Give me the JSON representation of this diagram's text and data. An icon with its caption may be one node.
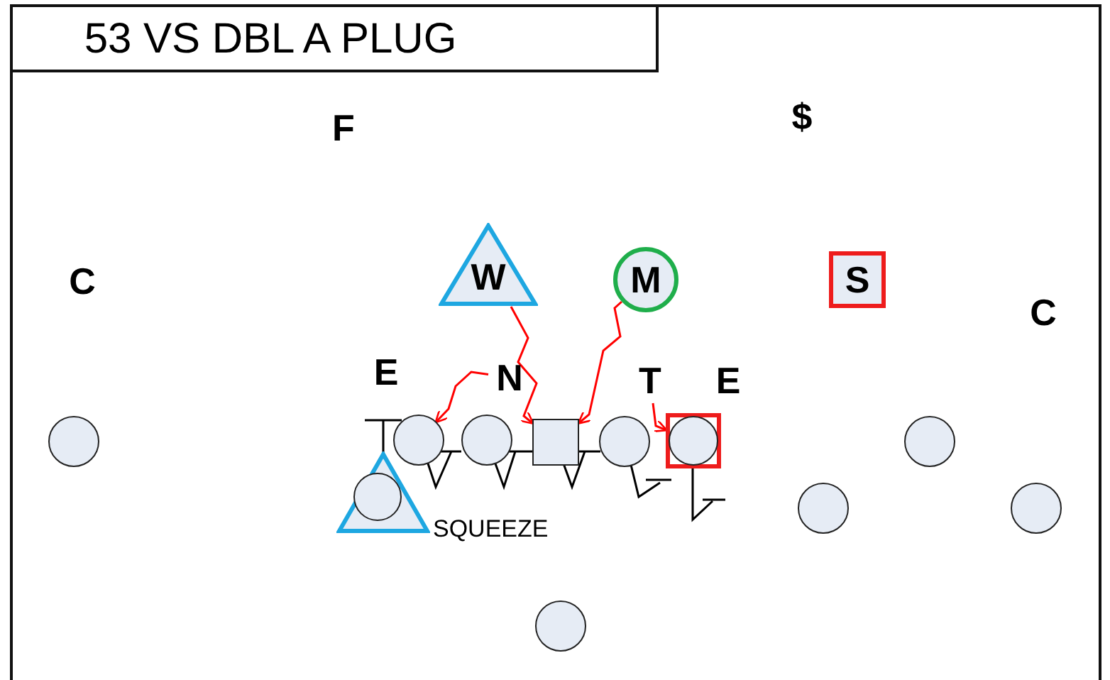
{
  "diagram": {
    "title": "53 VS DBL A PLUG",
    "nodes": [
      {
        "text": [
          "W"
        ]
      },
      {
        "text": [
          "M"
        ]
      },
      {
        "text": [
          "S"
        ]
      },
      {
        "text": [
          "N"
        ]
      },
      {
        "text": [
          "T"
        ]
      },
      {
        "text": [],
        "shape": "circle"
      },
      {
        "text": [],
        "shape": "circle"
      },
      {
        "text": [],
        "shape": "circle"
      },
      {
        "text": [],
        "shape": "box"
      },
      {
        "text": [],
        "shape": "circle"
      },
      {
        "text": [],
        "shape": "box"
      },
      {
        "text": [],
        "shape": "circle",
        "in": 10
      },
      {
        "text": [],
        "shape": "circle"
      },
      {
        "text": [],
        "shape": "triangle",
        "beside": [
          "SQUEEZE"
        ]
      },
      {
        "text": [],
        "shape": "circle",
        "in": 13
      },
      {
        "text": [],
        "shape": "circle"
      },
      {
        "text": [],
        "shape": "circle"
      },
      {
        "text": [],
        "shape": "circle"
      }
    ],
    "edges": [
      {
        "from": 0,
        "to": 8,
        "arrow": "to"
      },
      {
        "from": 1,
        "to": 8,
        "arrow": "to"
      },
      {
        "from": 3,
        "to": 6,
        "arrow": "to"
      },
      {
        "from": 4,
        "to": 10,
        "arrow": "to"
      }
    ],
    "labels": [
      "F",
      "$",
      "C",
      "C",
      "E",
      "E"
    ]
  }
}
